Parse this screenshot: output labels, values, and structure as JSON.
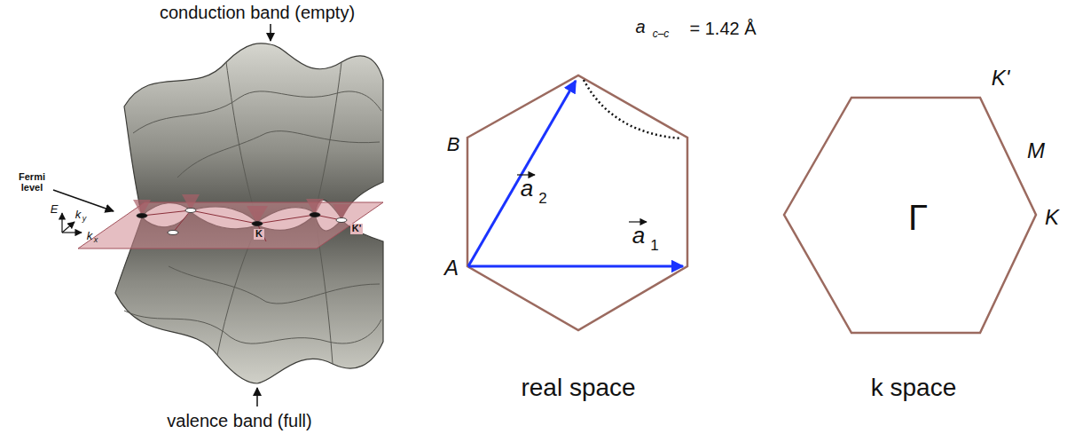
{
  "diagram": {
    "labels": [
      "conduction band (empty)",
      "Fermi level",
      "E",
      "k",
      "y",
      "k",
      "x",
      "K",
      "K'",
      "valence band (full)",
      "B",
      "A",
      "a",
      "2",
      "a",
      "1",
      "a",
      "c–c",
      "= 1.42 Å",
      "real space",
      "K'",
      "M",
      "Γ",
      "K",
      "k space"
    ]
  }
}
